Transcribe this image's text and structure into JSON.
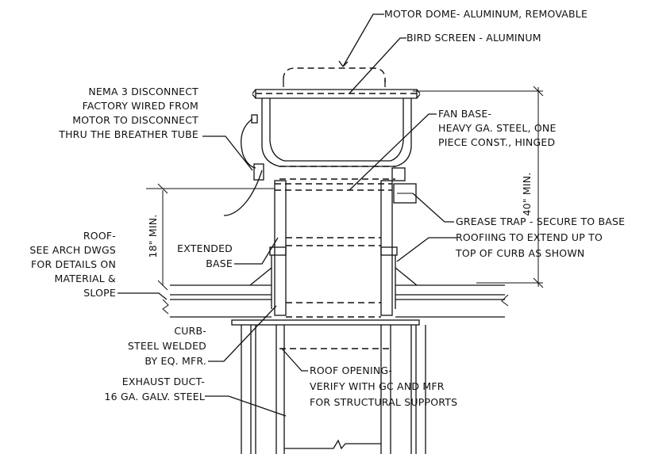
{
  "labels": {
    "motor_dome": "MOTOR DOME- ALUMINUM, REMOVABLE",
    "bird_screen": "BIRD SCREEN - ALUMINUM",
    "nema": [
      "NEMA 3 DISCONNECT",
      "FACTORY WIRED FROM",
      "MOTOR TO DISCONNECT",
      "THRU THE BREATHER TUBE"
    ],
    "fan_base": [
      "FAN BASE-",
      "HEAVY GA. STEEL, ONE",
      "PIECE CONST., HINGED"
    ],
    "height_40": "40\" MIN.",
    "height_18": "18\" MIN.",
    "grease_trap": "GREASE TRAP - SECURE TO BASE",
    "roofing": [
      "ROOFIING TO EXTEND UP TO",
      "TOP OF CURB AS SHOWN"
    ],
    "roof": [
      "ROOF-",
      "SEE ARCH DWGS",
      "FOR DETAILS ON",
      "MATERIAL &",
      "SLOPE"
    ],
    "extended_base": [
      "EXTENDED",
      "BASE"
    ],
    "curb": [
      "CURB-",
      "STEEL WELDED",
      "BY EQ. MFR."
    ],
    "roof_opening": [
      "ROOF OPENING-",
      "VERIFY WITH GC AND MFR",
      "FOR STRUCTURAL SUPPORTS"
    ],
    "exhaust_duct": [
      "EXHAUST DUCT-",
      "16 GA. GALV. STEEL"
    ]
  }
}
